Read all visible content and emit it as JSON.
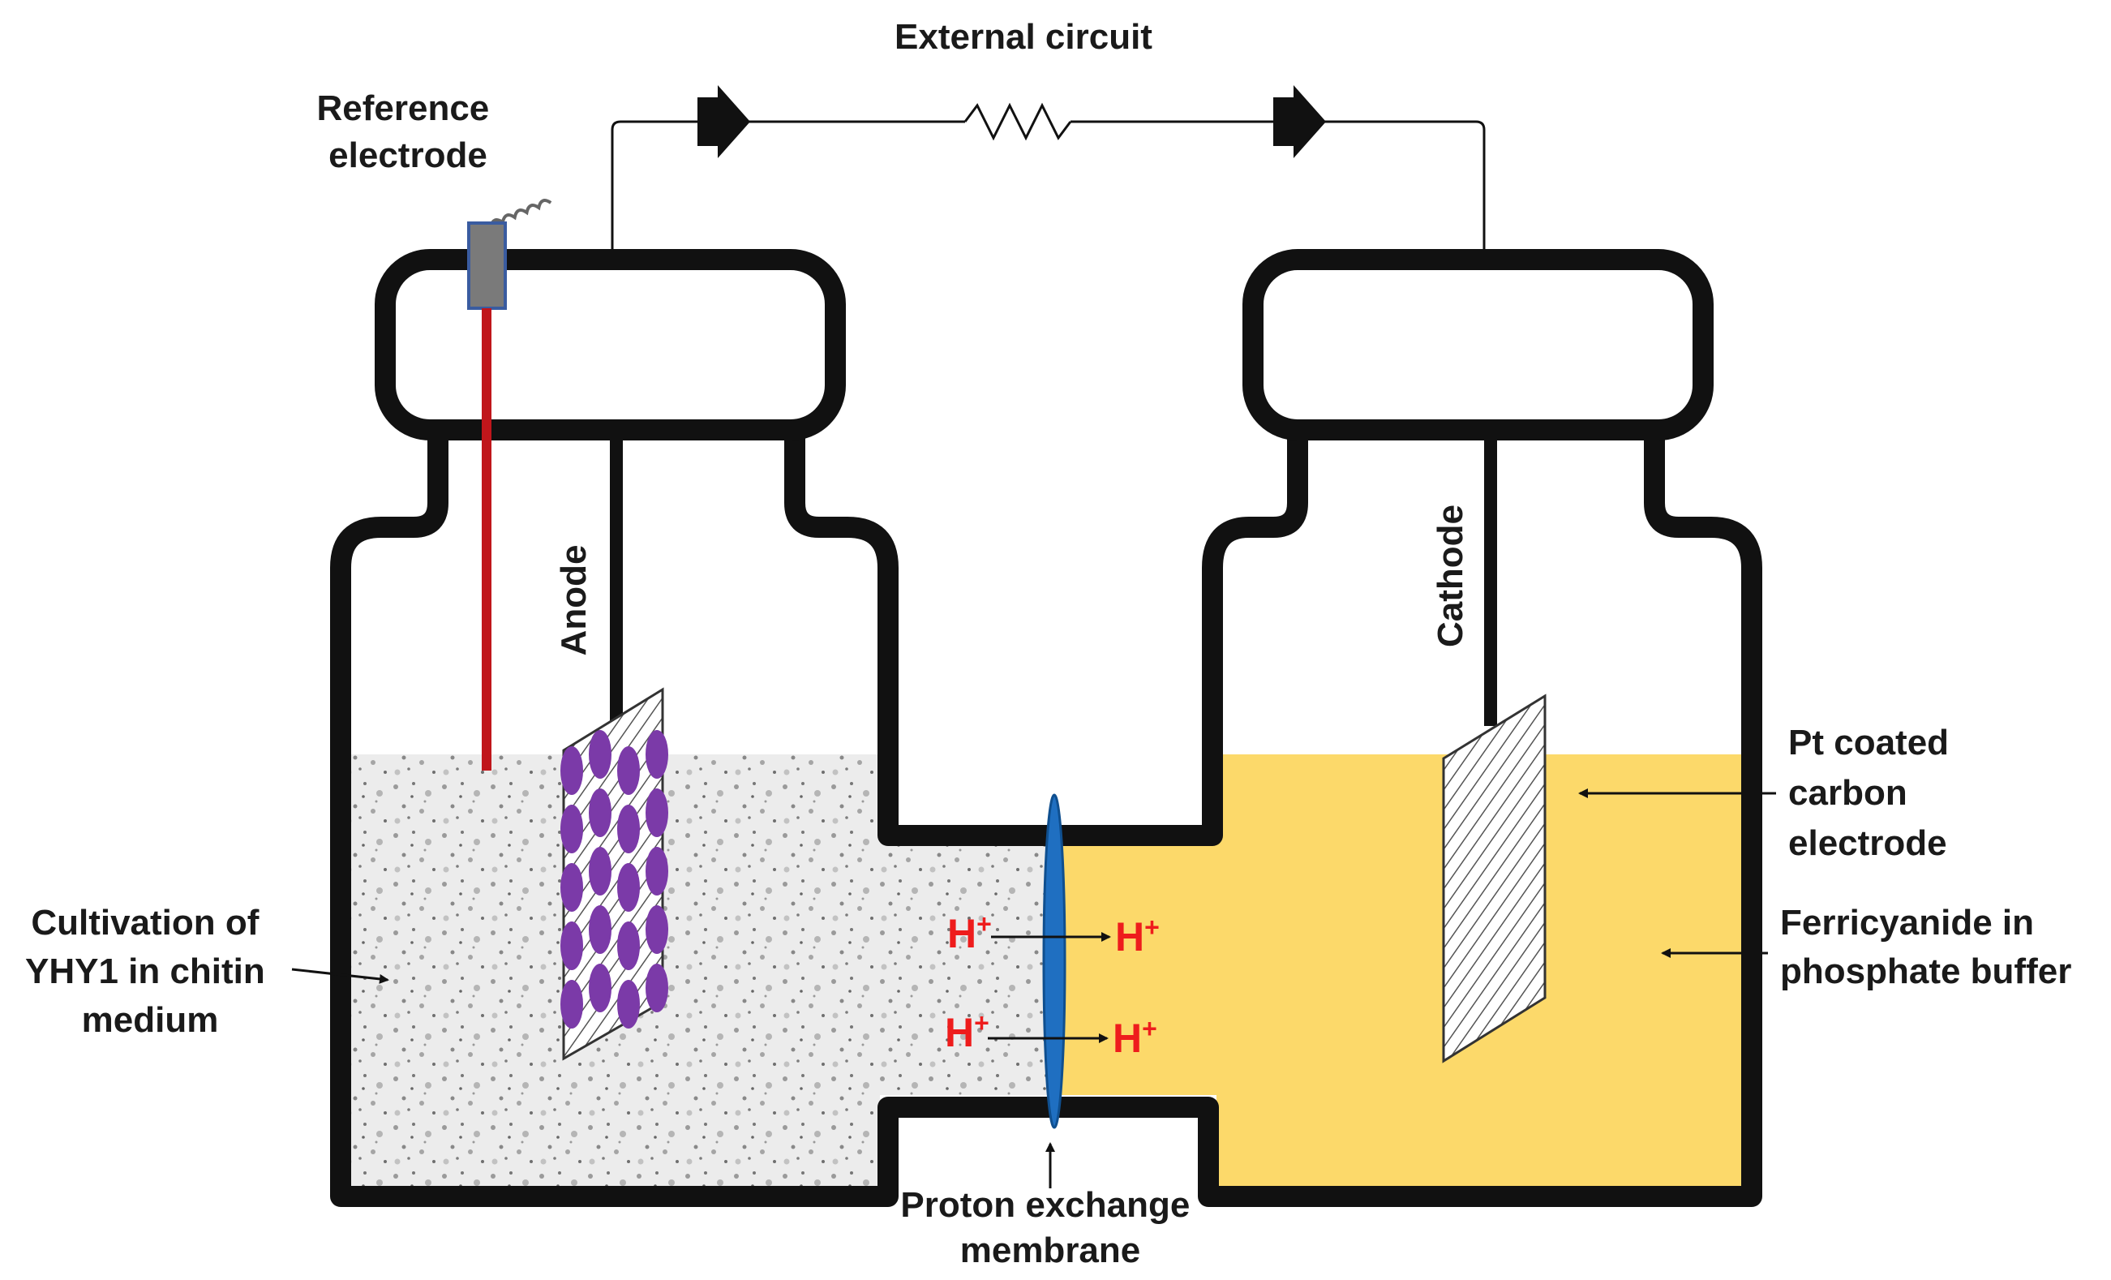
{
  "labels": {
    "external_circuit": "External circuit",
    "reference_electrode": [
      "Reference",
      "electrode"
    ],
    "anode": "Anode",
    "cathode": "Cathode",
    "pt_electrode": [
      "Pt coated",
      "carbon",
      "electrode"
    ],
    "anolyte": [
      "Cultivation of",
      "YHY1 in chitin",
      "medium"
    ],
    "catholyte": [
      "Ferricyanide in",
      "phosphate buffer"
    ],
    "membrane": [
      "Proton exchange",
      "membrane"
    ],
    "ion_base": "H",
    "ion_charge": "+"
  },
  "colors": {
    "outline": "#111111",
    "catholyte_fill": "#fcd96a",
    "anolyte_fill": "#e9e9e9",
    "membrane": "#1f6fc1",
    "reference_wire": "#c0161b",
    "reference_cap": "#7a7a7a",
    "bacteria": "#7b3aa8",
    "ion": "#ee1c1c"
  },
  "icons": [
    "resistor-icon",
    "flow-arrow-icon",
    "pointer-arrow-icon"
  ]
}
